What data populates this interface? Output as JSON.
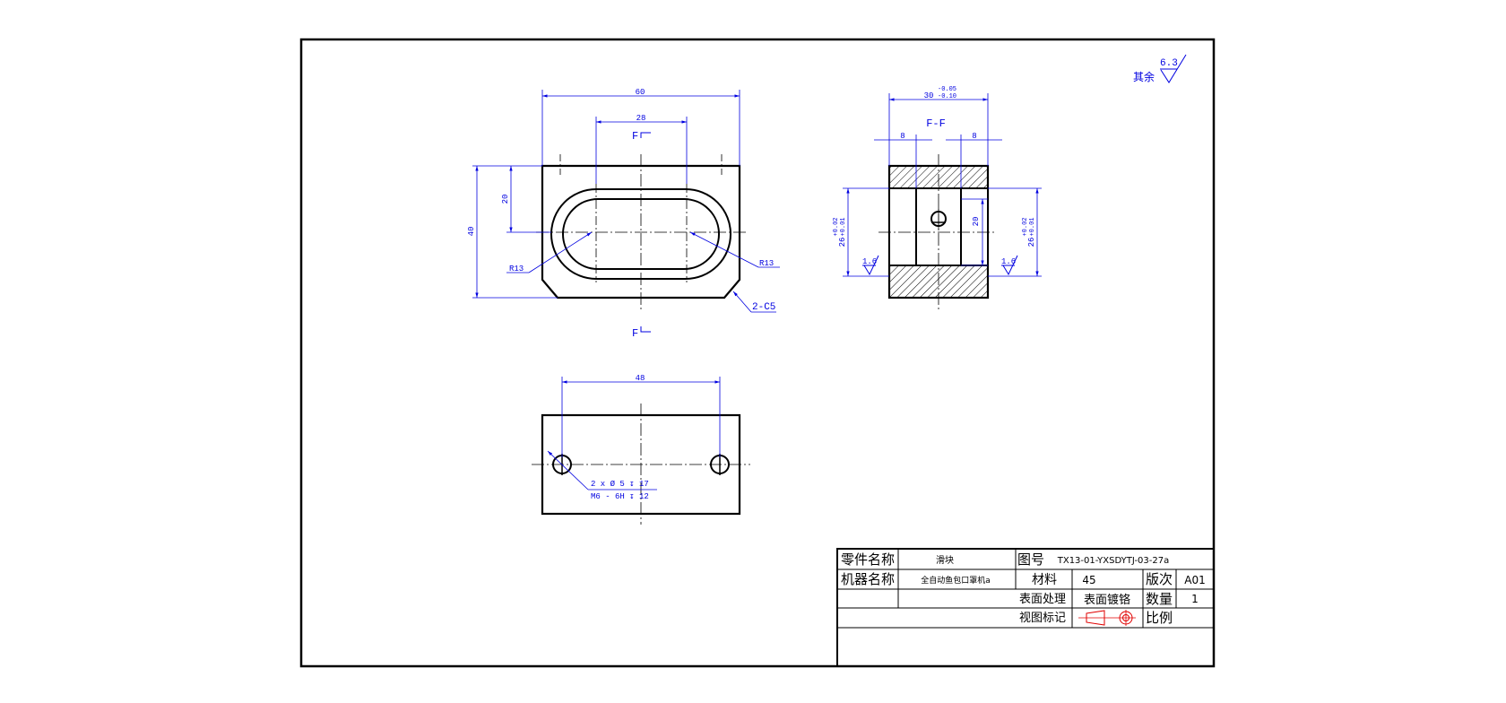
{
  "colors": {
    "outline": "#000000",
    "dimension": "#0000e0",
    "background": "#ffffff"
  },
  "surface_note": {
    "prefix": "其余",
    "roughness": "6.3"
  },
  "front_view": {
    "dim_overall_width": "60",
    "dim_slot_width": "28",
    "dim_height": "40",
    "dim_half_height": "20",
    "radius_left": "R13",
    "radius_right": "R13",
    "chamfer": "2-C5",
    "section_mark_top": "F",
    "section_mark_bottom": "F"
  },
  "section_view": {
    "title": "F-F",
    "dim_width": "30",
    "tol_width_upper": "-0.05",
    "tol_width_lower": "-0.10",
    "dim_step_left": "8",
    "dim_step_right": "8",
    "dim_inner": "20",
    "dim_left_height": "26",
    "tol_left_upper": "+0.02",
    "tol_left_lower": "+0.01",
    "dim_right_height": "26",
    "tol_right_upper": "+0.02",
    "tol_right_lower": "+0.01",
    "roughness_left": "1.6",
    "roughness_right": "1.6"
  },
  "bottom_view": {
    "dim_hole_spacing": "48",
    "hole_note_line1": "2 x  Ø 5  ↧ 17",
    "hole_note_line2": "M6 - 6H  ↧ 12"
  },
  "title_block": {
    "part_name_label": "零件名称",
    "part_name_value": "滑块",
    "drawing_no_label": "图号",
    "drawing_no_value": "TX13-01-YXSDYTJ-03-27a",
    "machine_name_label": "机器名称",
    "machine_name_value": "全自动鱼包口罩机a",
    "material_label": "材料",
    "material_value": "45",
    "revision_label": "版次",
    "revision_value": "A01",
    "surface_treatment_label": "表面处理",
    "surface_treatment_value": "表面镀铬",
    "quantity_label": "数量",
    "quantity_value": "1",
    "view_mark_label": "视图标记",
    "scale_label": "比例",
    "scale_value": ""
  }
}
